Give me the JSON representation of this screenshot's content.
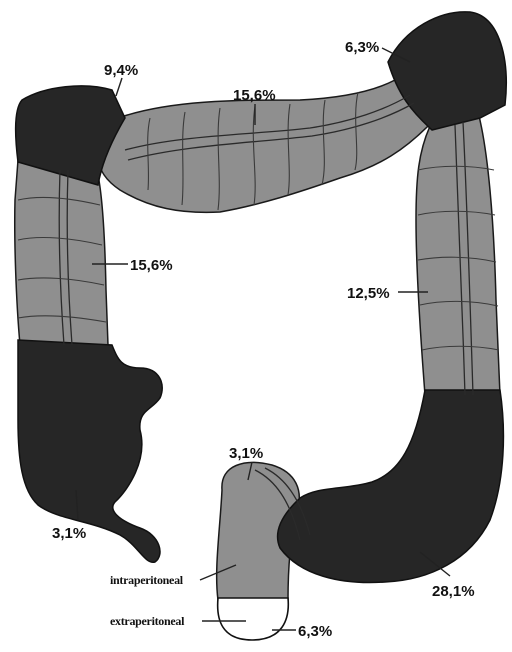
{
  "colors": {
    "dark_segment": "#262626",
    "light_segment": "#8f8f8f",
    "background": "#ffffff"
  },
  "labels": {
    "hepatic_flexure": "9,4%",
    "transverse_colon": "15,6%",
    "splenic_flexure": "6,3%",
    "ascending_colon": "15,6%",
    "descending_colon": "12,5%",
    "cecum": "3,1%",
    "rectosigmoid": "3,1%",
    "sigmoid_colon": "28,1%",
    "intraperitoneal": "intraperitoneal",
    "extraperitoneal": "extraperitoneal",
    "rectum_extraperitoneal": "6,3%"
  }
}
